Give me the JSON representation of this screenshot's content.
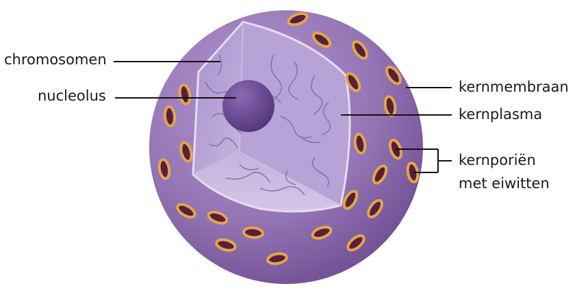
{
  "diagram": {
    "labels": {
      "chromosomen": "chromosomen",
      "nucleolus": "nucleolus",
      "kernmembraan": "kernmembraan",
      "kernplasma": "kernplasma",
      "kernporien_line1": "kernporiën",
      "kernporien_line2": "met eiwitten"
    },
    "colors": {
      "sphere_outer": "#9a79b8",
      "sphere_shade": "#6e4d92",
      "cutaway": "#b9a6d6",
      "nucleolus": "#6a4a93",
      "pore_ring": "#e0a84a",
      "pore_center": "#5a1e3c",
      "leader_line": "#111111"
    }
  }
}
